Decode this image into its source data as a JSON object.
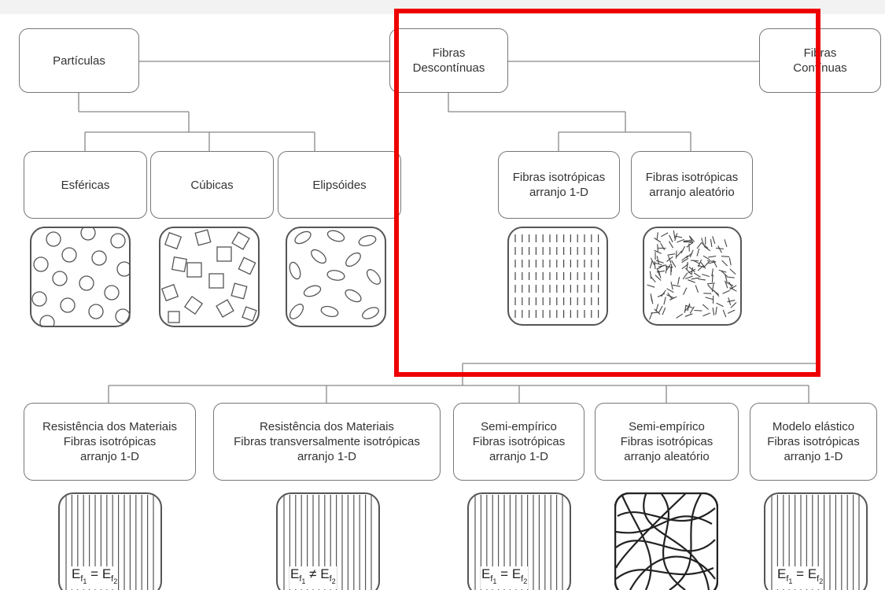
{
  "nodes": {
    "particulas": "Partículas",
    "fibras_descontinuas": "Fibras\nDescontínuas",
    "fibras_continuas": "Fibras\nContínuas",
    "esfericas": "Esféricas",
    "cubicas": "Cúbicas",
    "elipsoides": "Elipsóides",
    "fibras_iso_1d": "Fibras isotrópicas\narranjo 1-D",
    "fibras_iso_aleatorio": "Fibras isotrópicas\narranjo aleatório",
    "resistencia_iso": "Resistência dos Materiais\nFibras isotrópicas\narranjo 1-D",
    "resistencia_trans": "Resistência dos Materiais\nFibras transversalmente isotrópicas\narranjo 1-D",
    "semi_empirico_1d": "Semi-empírico\nFibras isotrópicas\narranjo 1-D",
    "semi_empirico_aleatorio": "Semi-empírico\nFibras isotrópicas\narranjo aleatório",
    "modelo_elastico": "Modelo elástico\nFibras isotrópicas\narranjo 1-D"
  },
  "equations": {
    "symbol": "E",
    "sub_f": "f",
    "sub_1": "1",
    "sub_2": "2",
    "equal": "=",
    "not_equal": "≠"
  },
  "colors": {
    "highlight": "#ee0000",
    "stroke": "#777777",
    "text": "#333333"
  }
}
